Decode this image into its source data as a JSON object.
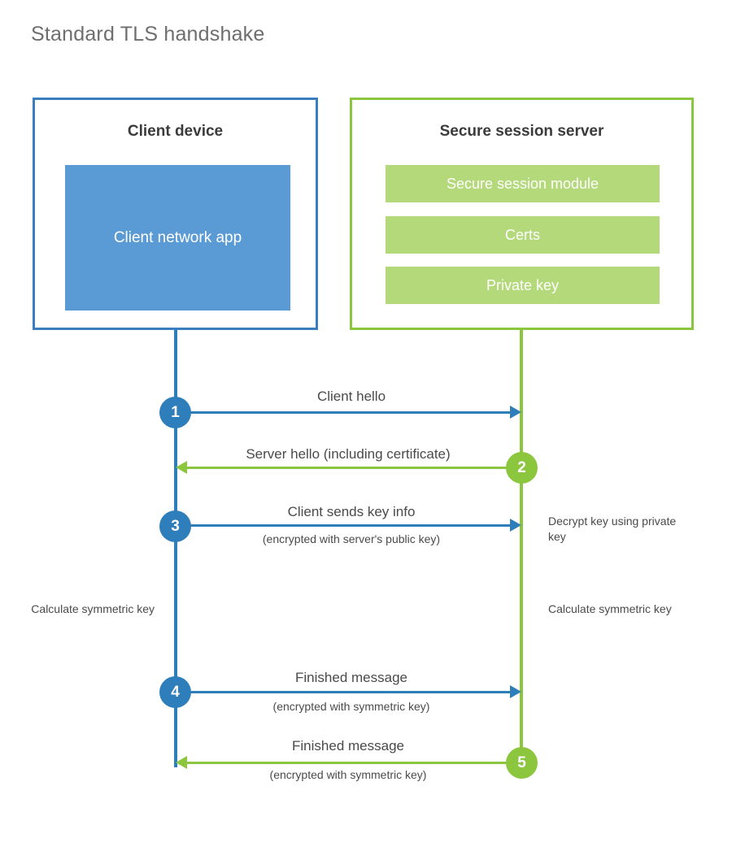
{
  "title": "Standard TLS handshake",
  "colors": {
    "client_blue": "#2e7ebc",
    "client_fill": "#5b9bd5",
    "server_green": "#8cc63e",
    "server_fill": "#b4d97a",
    "text_gray": "#4a4a4a",
    "title_gray": "#6e6e6e"
  },
  "client": {
    "title": "Client device",
    "app_label": "Client network app"
  },
  "server": {
    "title": "Secure session server",
    "blocks": [
      {
        "label": "Secure session module"
      },
      {
        "label": "Certs"
      },
      {
        "label": "Private key"
      }
    ]
  },
  "steps": [
    {
      "number": "1",
      "label": "Client hello",
      "sublabel": "",
      "direction": "client-to-server",
      "color": "blue"
    },
    {
      "number": "2",
      "label": "Server hello (including certificate)",
      "sublabel": "",
      "direction": "server-to-client",
      "color": "green"
    },
    {
      "number": "3",
      "label": "Client sends key info",
      "sublabel": "(encrypted with server's public key)",
      "direction": "client-to-server",
      "color": "blue"
    },
    {
      "number": "4",
      "label": "Finished message",
      "sublabel": "(encrypted with symmetric key)",
      "direction": "client-to-server",
      "color": "blue"
    },
    {
      "number": "5",
      "label": "Finished message",
      "sublabel": "(encrypted with symmetric key)",
      "direction": "server-to-client",
      "color": "green"
    }
  ],
  "notes": {
    "decrypt_key": "Decrypt key using private key",
    "client_calculate": "Calculate symmetric key",
    "server_calculate": "Calculate symmetric key"
  }
}
